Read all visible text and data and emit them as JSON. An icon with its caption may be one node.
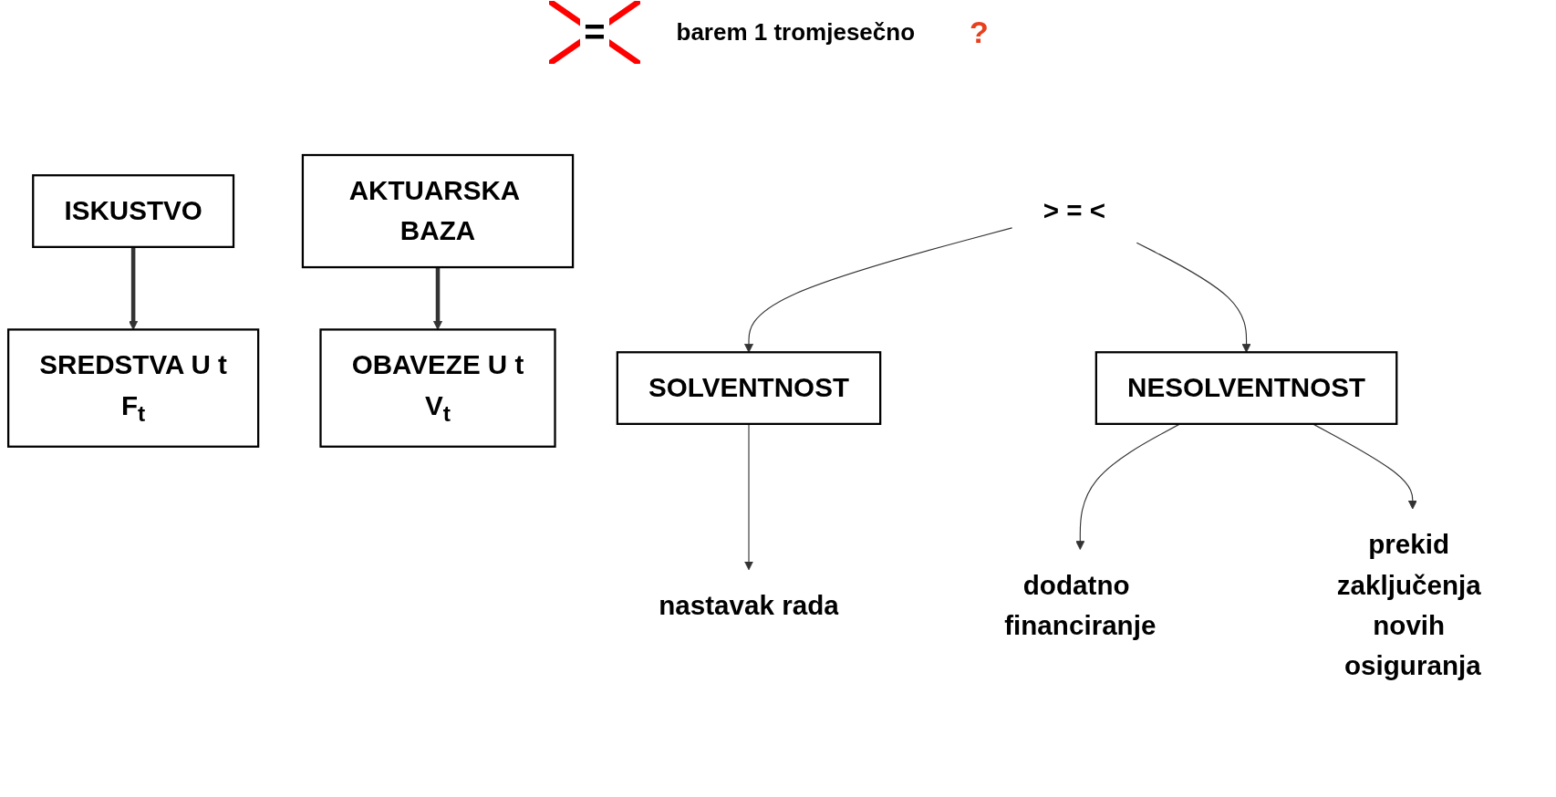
{
  "diagram": {
    "nodes": [
      {
        "text": [
          "ISKUSTVO"
        ]
      },
      {
        "text": [
          "AKTUARSKA BAZA"
        ]
      },
      {
        "text": [
          "SREDSTVA U t",
          "F$_{t}$"
        ]
      },
      {
        "text": [
          "OBAVEZE U t",
          "V$_{t}$"
        ]
      },
      {
        "text": [
          "> = <"
        ]
      },
      {
        "text": [
          "SOLVENTNOST"
        ]
      },
      {
        "text": [
          "NESOLVENTNOST"
        ]
      },
      {
        "text": [
          "nastavak rada"
        ]
      },
      {
        "text": [
          "dodatno financiranje"
        ]
      },
      {
        "text": [
          "prekid zaključenja novih osiguranja"
        ]
      }
    ],
    "edges": [
      {
        "from": 0,
        "to": 2,
        "arrow": "to",
        "style": "thick"
      },
      {
        "from": 1,
        "to": 3,
        "arrow": "to",
        "style": "thick"
      },
      {
        "from": 4,
        "to": 5,
        "arrow": "to"
      },
      {
        "from": 4,
        "to": 6,
        "arrow": "to"
      },
      {
        "from": 5,
        "to": 7,
        "arrow": "to"
      },
      {
        "from": 6,
        "to": 8,
        "arrow": "to"
      },
      {
        "from": 6,
        "to": 9,
        "arrow": "to"
      }
    ],
    "labels": [
      "=",
      "barem 1 tromjesečno",
      "?"
    ]
  }
}
